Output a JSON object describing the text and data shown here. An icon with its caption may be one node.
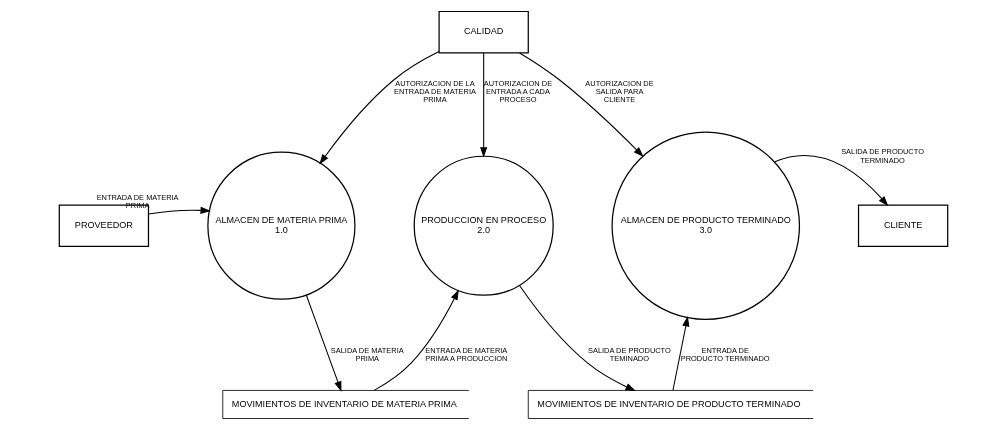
{
  "diagram": {
    "nodes": [
      {
        "text": [
          "CALIDAD"
        ]
      },
      {
        "text": [
          "PROVEEDOR"
        ]
      },
      {
        "text": [
          "ALMACEN DE MATERIA PRIMA",
          "1.0"
        ]
      },
      {
        "text": [
          "PRODUCCION EN PROCESO",
          "2.0"
        ]
      },
      {
        "text": [
          "ALMACEN DE PRODUCTO TERMINADO",
          "3.0"
        ]
      },
      {
        "text": [
          "CLIENTE"
        ]
      },
      {
        "text": [
          "MOVIMIENTOS DE INVENTARIO DE MATERIA PRIMA"
        ]
      },
      {
        "text": [
          "MOVIMIENTOS DE INVENTARIO DE PRODUCTO TERMINADO"
        ]
      }
    ],
    "edges": [
      {
        "from": 0,
        "to": 2,
        "arrow": "to",
        "label": "AUTORIZACION DE LA ENTRADA DE MATERIA PRIMA"
      },
      {
        "from": 0,
        "to": 3,
        "arrow": "to",
        "label": "AUTORIZACION DE ENTRADA A CADA PROCESO"
      },
      {
        "from": 0,
        "to": 4,
        "arrow": "to",
        "label": "AUTORIZACION DE SALIDA PARA CLIENTE"
      },
      {
        "from": 1,
        "to": 2,
        "arrow": "to",
        "label": "ENTRADA DE MATERIA PRIMA"
      },
      {
        "from": 2,
        "to": 6,
        "arrow": "to",
        "label": "SALIDA DE MATERIA PRIMA"
      },
      {
        "from": 6,
        "to": 3,
        "arrow": "to",
        "label": "ENTRADA DE MATERIA PRIMA A PRODUCCION"
      },
      {
        "from": 3,
        "to": 7,
        "arrow": "to",
        "label": "SALIDA DE PRODUCTO TEMINADO"
      },
      {
        "from": 7,
        "to": 4,
        "arrow": "to",
        "label": "ENTRADA DE PRODUCTO TERMINADO"
      },
      {
        "from": 4,
        "to": 5,
        "arrow": "to",
        "label": "SALIDA DE PRODUCTO TERMINADO"
      }
    ]
  }
}
